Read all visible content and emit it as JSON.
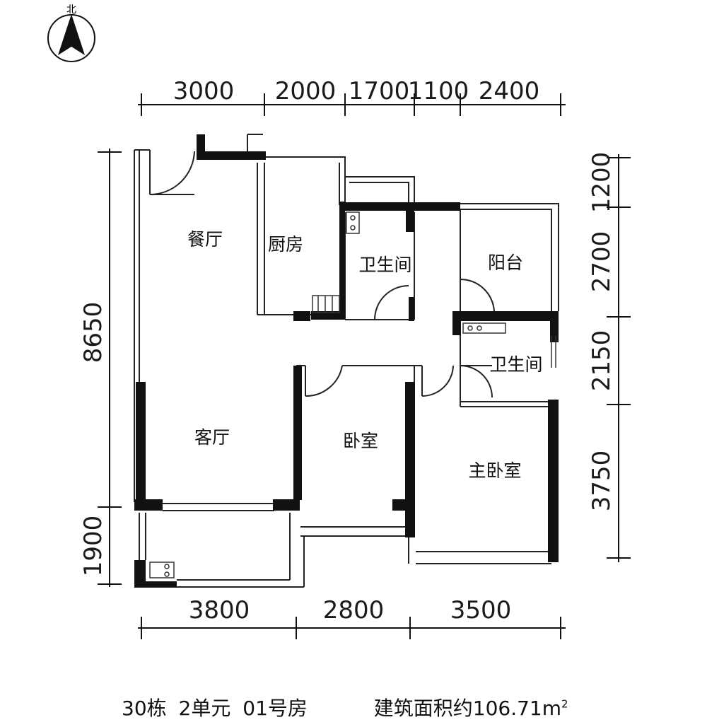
{
  "compass": {
    "label": "北",
    "icon": "north-arrow-icon"
  },
  "dimensions": {
    "top": [
      "3000",
      "2000",
      "1700",
      "1100",
      "2400"
    ],
    "bottom": [
      "3800",
      "2800",
      "3500"
    ],
    "left": [
      "8650",
      "1900"
    ],
    "right": [
      "1200",
      "2700",
      "2150",
      "3750"
    ]
  },
  "rooms": {
    "dining": "餐厅",
    "kitchen": "厨房",
    "bathroom1": "卫生间",
    "balcony": "阳台",
    "bathroom2": "卫生间",
    "living": "客厅",
    "bedroom": "卧室",
    "master_bedroom": "主卧室"
  },
  "caption": {
    "building": "30栋",
    "unit": "2单元",
    "room": "01号房",
    "area_label": "建筑面积约",
    "area_value": "106.71",
    "area_unit": "m",
    "area_unit_sup": "2"
  }
}
